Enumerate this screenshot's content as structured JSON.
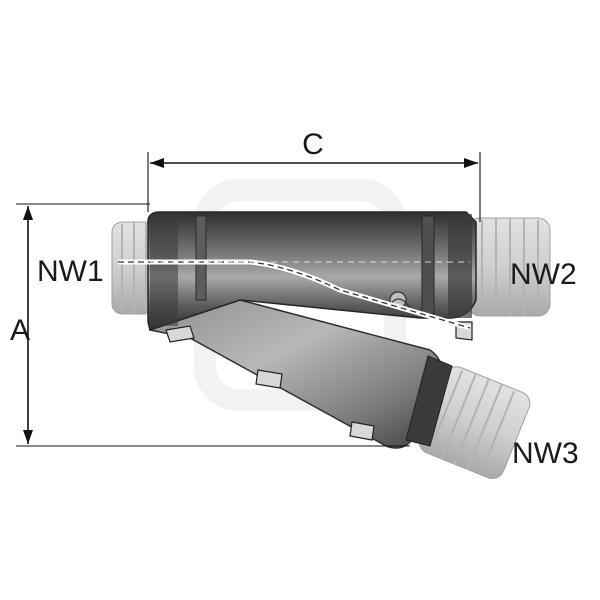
{
  "labels": {
    "dimension_c": "C",
    "dimension_a": "A",
    "port_nw1": "NW1",
    "port_nw2": "NW2",
    "port_nw3": "NW3"
  },
  "colors": {
    "body_dark": "#3c3c3c",
    "body_mid": "#8a8a8a",
    "body_light": "#c8c8c8",
    "conduit": "#d2d2d2",
    "conduit_edge": "#9a9a9a",
    "watermark": "#f2f2f2",
    "line": "#111111"
  }
}
